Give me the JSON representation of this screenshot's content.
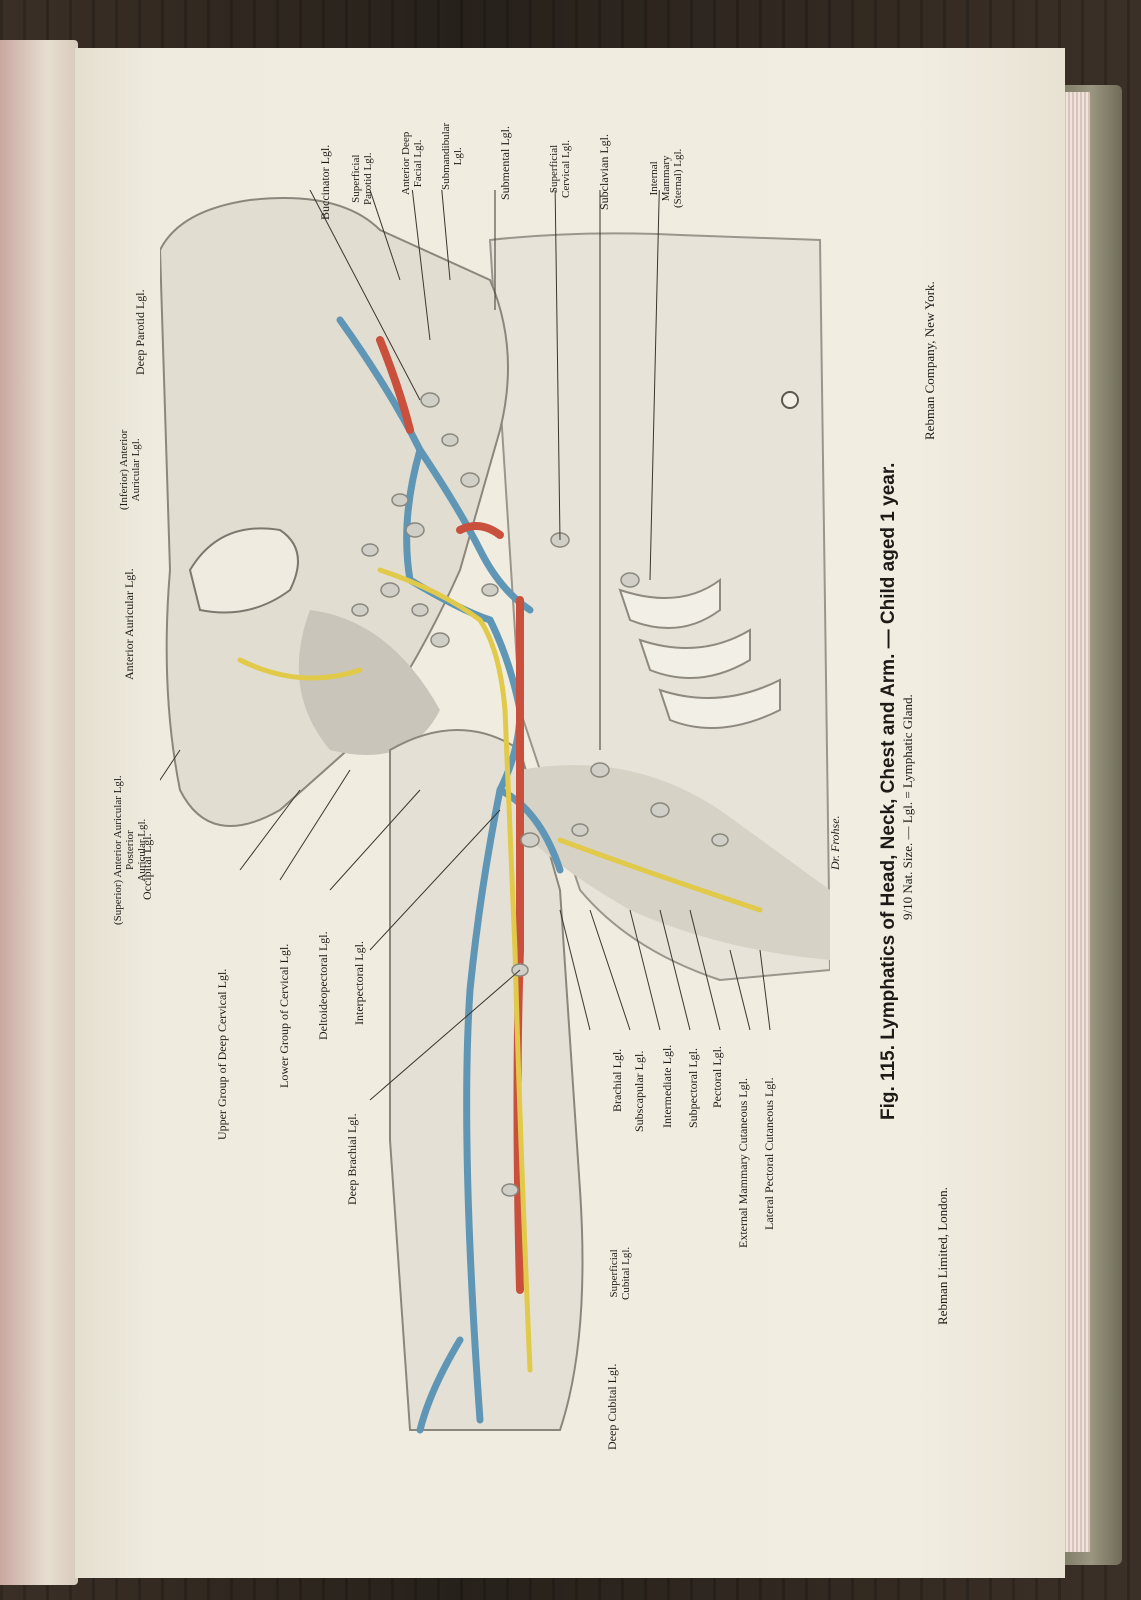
{
  "labels_top": {
    "buccinator": "Buccinator Lgl.",
    "superficial_parotid": [
      "Superficial",
      "Parotid Lgl."
    ],
    "anterior_deep_facial": [
      "Anterior Deep",
      "Facial Lgl."
    ],
    "submandibular": [
      "Submandibular",
      "Lgl."
    ],
    "submental": "Submental Lgl.",
    "superficial_cervical": [
      "Superficial",
      "Cervical Lgl."
    ],
    "subclavian": "Subclavian Lgl.",
    "internal_mammary": [
      "Internal",
      "Mammary",
      "(Sternal) Lgl."
    ],
    "deep_parotid": "Deep Parotid Lgl.",
    "inferior_anterior_auricular": [
      "(Inferior) Anterior",
      "Auricular Lgl."
    ],
    "anterior_auricular": "Anterior Auricular Lgl.",
    "superior_anterior_posterior": [
      "(Superior) Anterior Auricular Lgl.",
      "Posterior",
      "Auricular Lgl."
    ]
  },
  "labels_left": {
    "occipital": "Occipital Lgl.",
    "upper_deep_cervical": "Upper Group of Deep Cervical Lgl.",
    "lower_cervical": "Lower Group of Cervical Lgl.",
    "deltoideopectoral": "Deltoideopectoral Lgl.",
    "interpectoral": "Interpectoral Lgl.",
    "deep_brachial": "Deep Brachial Lgl.",
    "deep_cubital": "Deep Cubital Lgl.",
    "superficial_cubital": [
      "Superficial",
      "Cubital Lgl."
    ]
  },
  "labels_bottom": {
    "brachial": "Brachial Lgl.",
    "subscapular": "Subscapular Lgl.",
    "intermediate": "Intermediate Lgl.",
    "subpectoral": "Subpectoral Lgl.",
    "pectoral": "Pectoral Lgl.",
    "external_mammary": "External Mammary Cutaneous Lgl.",
    "lateral_pectoral": "Lateral Pectoral Cutaneous Lgl."
  },
  "signature": "Dr. Frohse.",
  "caption": {
    "fig_no": "Fig. 115.",
    "title": "Lymphatics of Head, Neck, Chest and Arm. — Child aged 1 year.",
    "subtitle": "9/10 Nat. Size. — Lgl. = Lymphatic Gland."
  },
  "publishers": {
    "london": "Rebman Limited, London.",
    "newyork": "Rebman Company, New York."
  },
  "colors": {
    "vein": "#5f96b5",
    "artery": "#c9503c",
    "nerve": "#e1c94a",
    "gland": "#cfcfc8"
  }
}
